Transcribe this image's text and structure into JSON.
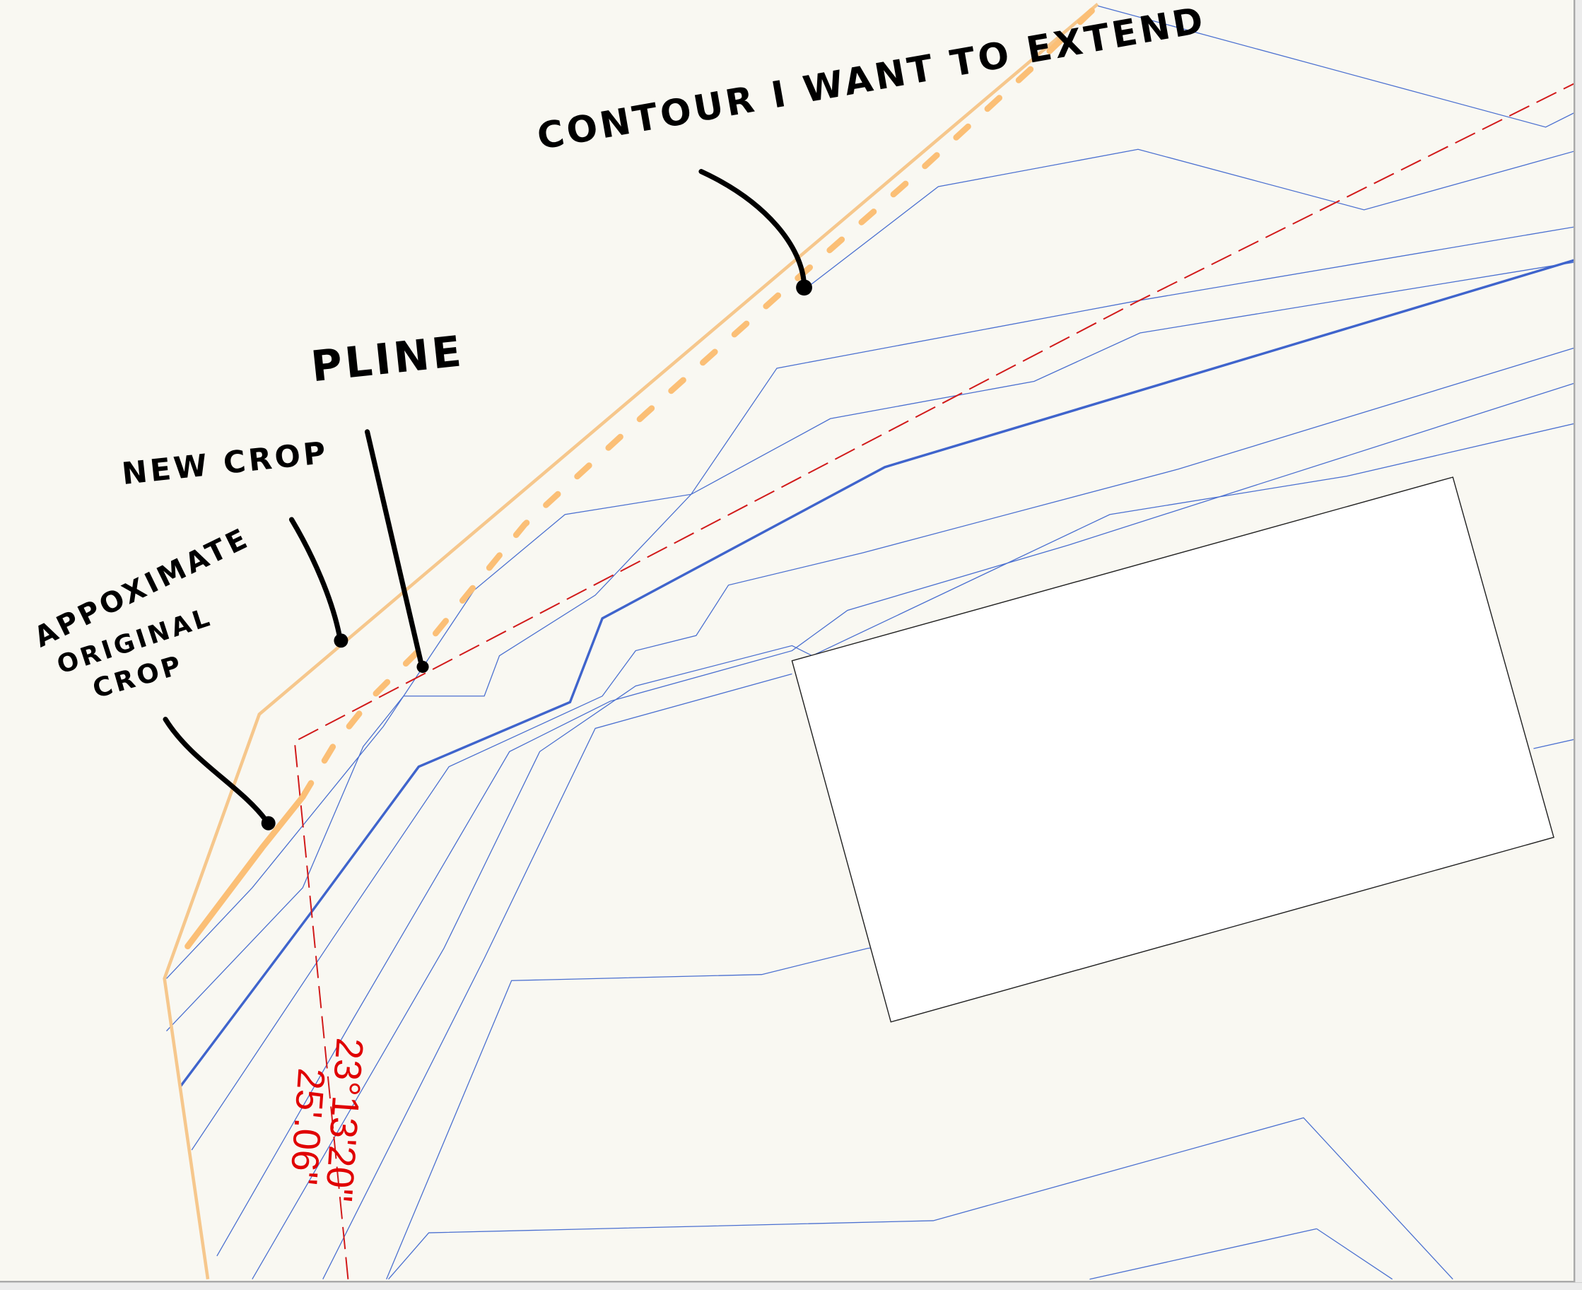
{
  "colors": {
    "background": "#f9f8f2",
    "contour_thin": "#4a6fd0",
    "contour_major": "#3f64cc",
    "property_line": "#d11a1a",
    "crop_orange": "#f6c78c",
    "annotation": "#000000",
    "building_fill": "#ffffff",
    "building_stroke": "#222222"
  },
  "annotations": {
    "contour_label": "CONTOUR I WANT TO EXTEND",
    "pline_label": "PLINE",
    "new_crop_label": "NEW CROP",
    "original_crop_line1": "APPOXIMATE",
    "original_crop_line2": "ORIGINAL",
    "original_crop_line3": "CROP"
  },
  "dimension": {
    "bearing": "23°13'20\"",
    "distance": "25'.06\""
  },
  "legend_semantics": {
    "orange_solid": "new crop boundary",
    "orange_dashed": "approximate original crop",
    "red_dashed": "property line (PLINE)",
    "blue_thick": "index contour",
    "blue_thin": "intermediate contours",
    "white_rectangle": "building footprint"
  }
}
